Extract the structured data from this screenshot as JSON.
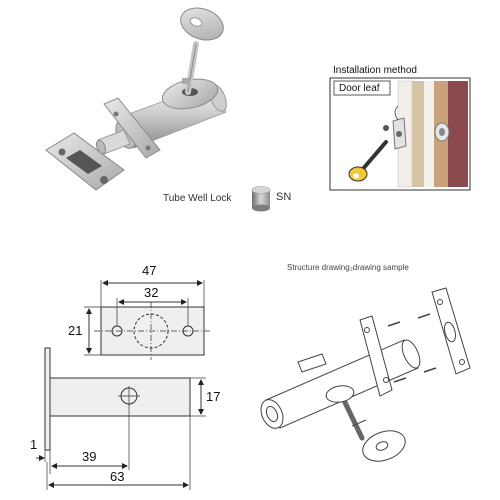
{
  "product": {
    "caption": "Tube Well Lock",
    "finish_code": "SN"
  },
  "installation": {
    "title": "Installation method",
    "door_leaf_label": "Door leaf"
  },
  "structure": {
    "title": "Structure drawing₂drawing sample"
  },
  "dimensions": {
    "plate_length": "47",
    "hole_spacing": "32",
    "plate_height": "21",
    "tube_height": "17",
    "plate_thickness": "1",
    "hole_offset": "39",
    "total_length": "63"
  },
  "colors": {
    "metal_light": "#e6e6e6",
    "metal_mid": "#b9b9b9",
    "metal_dark": "#7d7d7d",
    "wall_maroon": "#8b4a4e",
    "door_tan": "#c9a27a",
    "line": "#333333"
  }
}
